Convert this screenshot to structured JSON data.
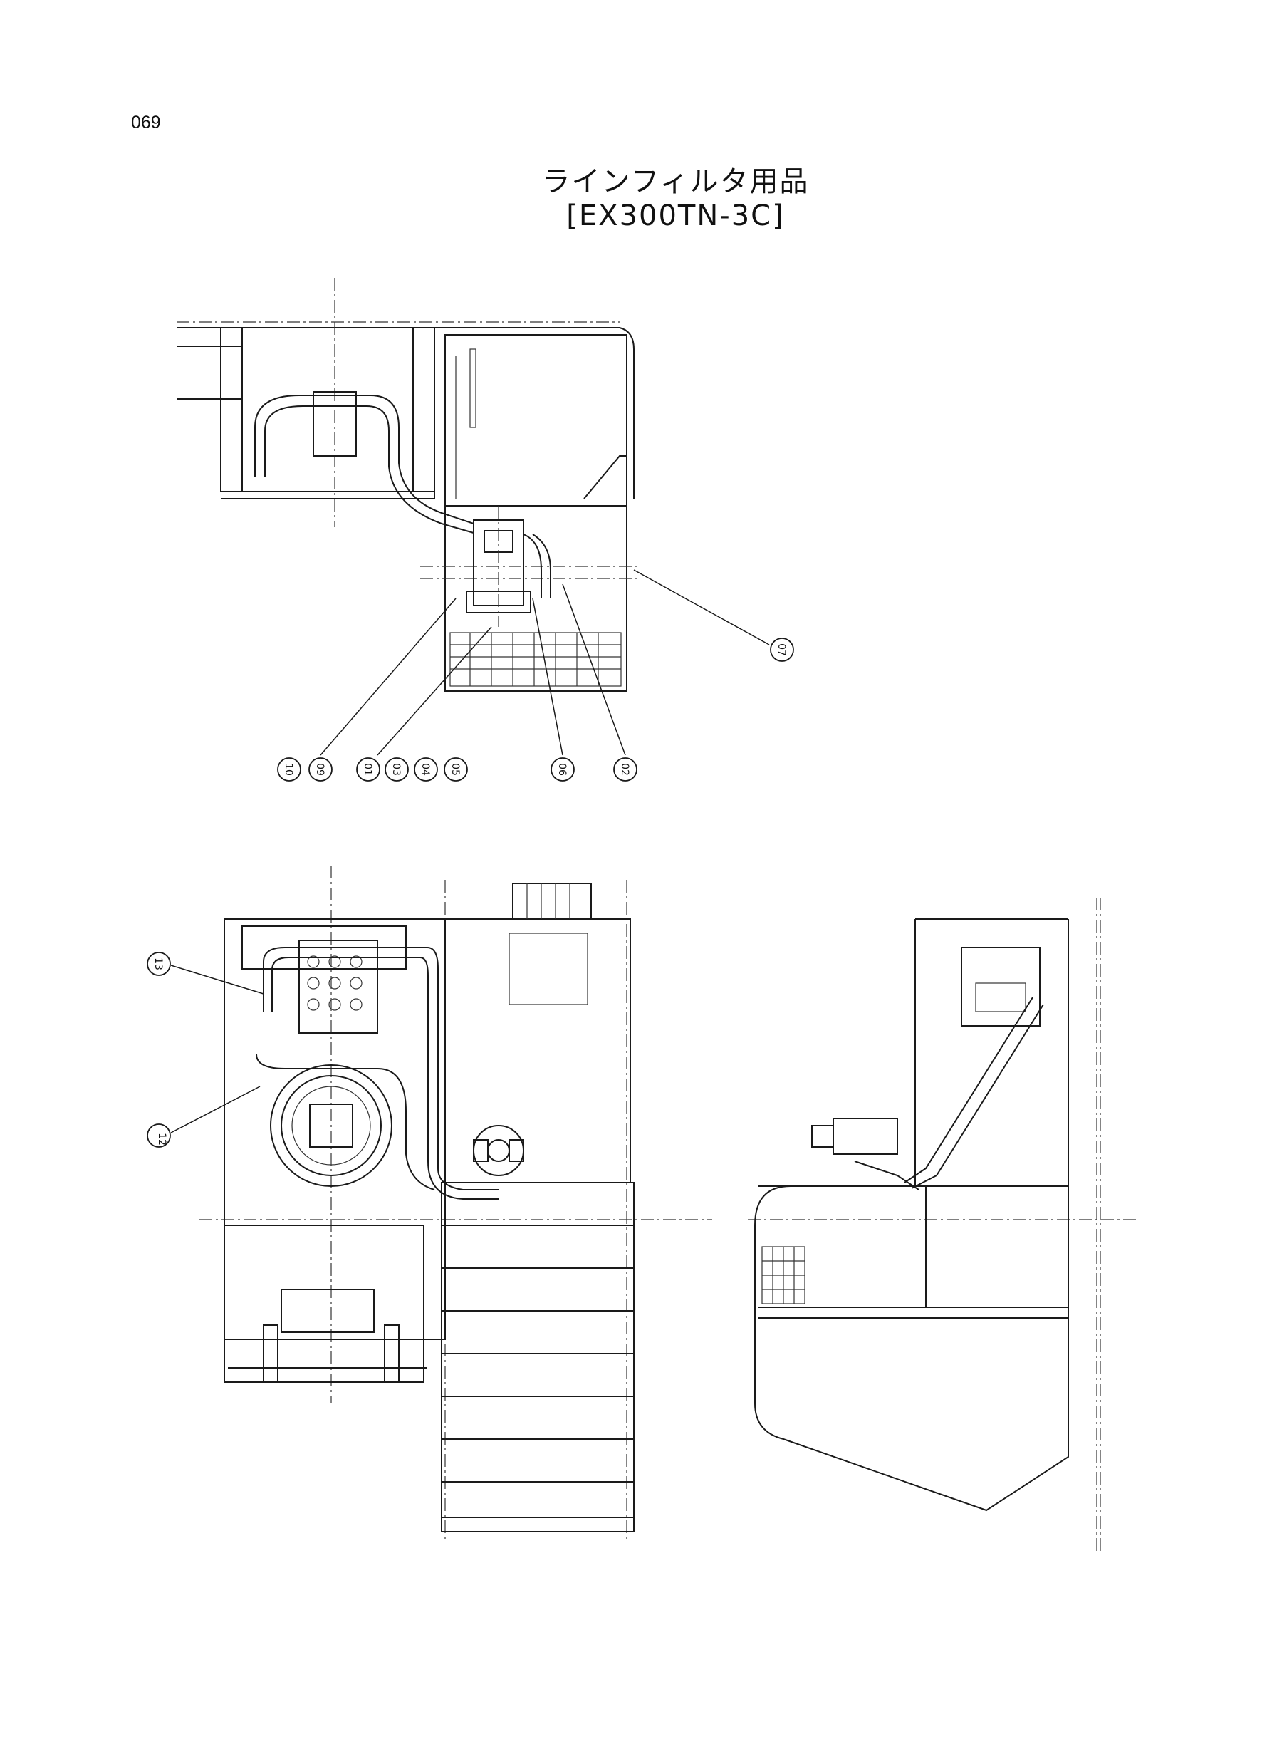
{
  "page_number": "069",
  "title": "ラインフィルタ用品",
  "model": "[EX300TN-3C]",
  "callouts": {
    "c01": "01",
    "c02": "02",
    "c03": "03",
    "c04": "04",
    "c05": "05",
    "c06": "06",
    "c07": "07",
    "c09": "09",
    "c10": "10",
    "c12": "12",
    "c13": "13"
  }
}
